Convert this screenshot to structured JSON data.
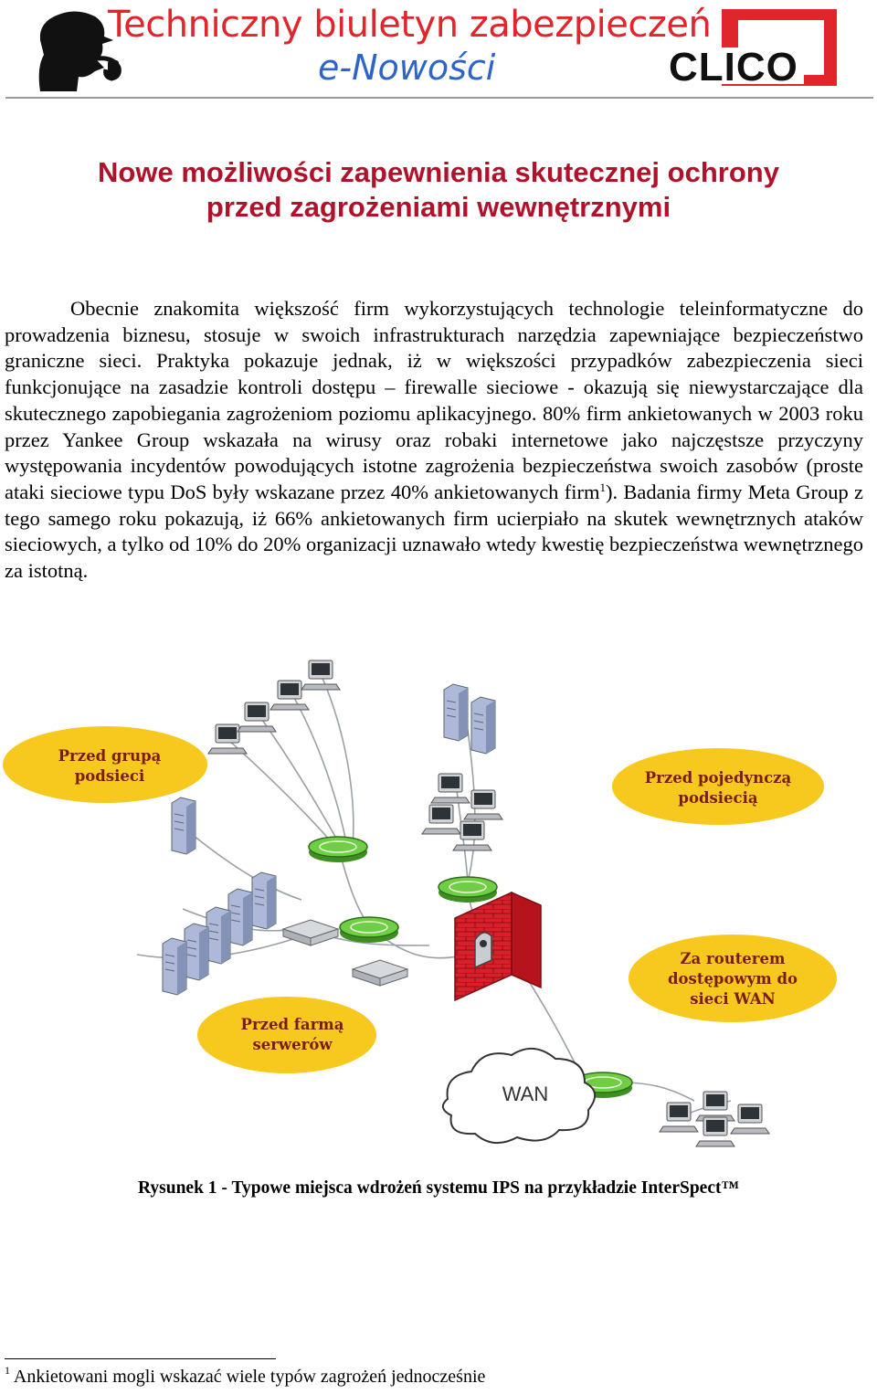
{
  "header": {
    "title": "Techniczny biuletyn zabezpieczeń IT",
    "subtitle": "e-Nowości",
    "logo_text": "CLICO",
    "colors": {
      "title": "#e0262b",
      "subtitle": "#2c64c8",
      "logo_red": "#e0262b"
    }
  },
  "article": {
    "title_line1": "Nowe możliwości zapewnienia skutecznej ochrony",
    "title_line2": "przed zagrożeniami wewnętrznymi",
    "para_part1": "Obecnie znakomita większość firm wykorzystujących technologie teleinformatyczne do prowadzenia biznesu, stosuje w swoich infrastrukturach narzędzia zapewniające bezpieczeństwo graniczne sieci. Praktyka pokazuje jednak, iż w większości przypadków zabezpieczenia sieci funkcjonujące na zasadzie kontroli dostępu – firewalle sieciowe - okazują się niewystarczające dla skutecznego zapobiegania zagrożeniom poziomu aplikacyjnego. 80% firm ankietowanych w 2003 roku przez Yankee Group wskazała na wirusy oraz robaki internetowe jako najczęstsze przyczyny występowania incydentów powodujących istotne zagrożenia bezpieczeństwa swoich zasobów (proste ataki sieciowe typu DoS były wskazane przez 40% ankietowanych firm",
    "footnote_ref": "1",
    "para_part2": "). Badania firmy Meta Group z tego samego roku pokazują, iż 66% ankietowanych firm ucierpiało na skutek wewnętrznych ataków sieciowych, a tylko od 10% do 20% organizacji uznawało wtedy kwestię bezpieczeństwa wewnętrznego za istotną."
  },
  "figure": {
    "labels": {
      "subnet_group": [
        "Przed grupą",
        "podsieci"
      ],
      "single_subnet": [
        "Przed pojedynczą",
        "podsiecią"
      ],
      "wan_router": [
        "Za routerem",
        "dostępowym do",
        "sieci WAN"
      ],
      "server_farm": [
        "Przed farmą",
        "serwerów"
      ],
      "wan": "WAN"
    },
    "colors": {
      "bubble": "#f7c91e",
      "bubble_text": "#7a1e10",
      "ips": "#5fbf3a",
      "firewall": "#d8202a"
    },
    "caption": "Rysunek 1 - Typowe miejsca wdrożeń systemu IPS na przykładzie InterSpect™"
  },
  "footnote": {
    "number": "1",
    "text": "Ankietowani mogli wskazać wiele typów zagrożeń jednocześnie"
  }
}
